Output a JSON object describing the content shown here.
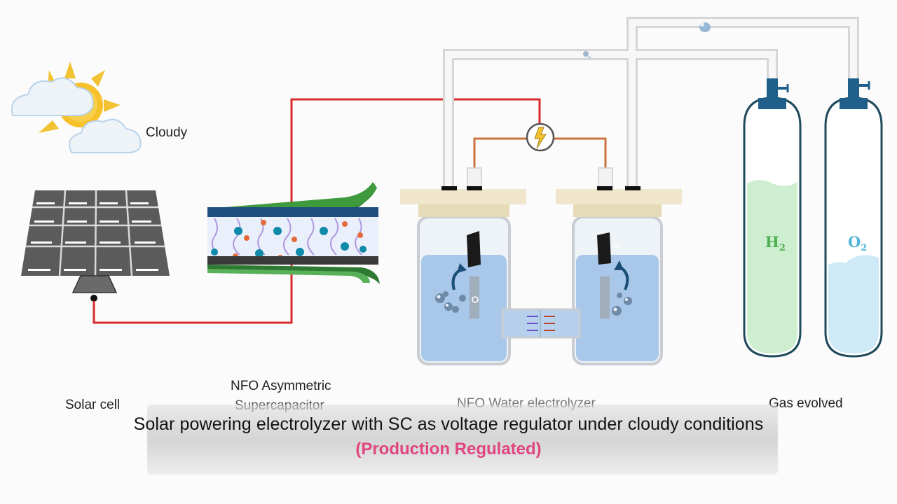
{
  "labels": {
    "weather": "Cloudy",
    "solar_cell": "Solar cell",
    "supercapacitor_line1": "NFO Asymmetric",
    "supercapacitor_line2": "Supercapacitor",
    "electrolyzer": "NFO Water electrolyzer",
    "gas_evolved": "Gas evolved"
  },
  "gases": {
    "h2": {
      "symbol": "H",
      "subscript": "2"
    },
    "o2": {
      "symbol": "O",
      "subscript": "2"
    }
  },
  "caption": {
    "main": "Solar powering electrolyzer with SC as voltage regulator under cloudy conditions",
    "sub": "(Production Regulated)"
  },
  "colors": {
    "wire": "#d92b2b",
    "inner_wire": "#c9733f",
    "electrolyte": "#a9c7e8",
    "h2_fill": "#cdeecf",
    "o2_fill": "#cfeaf7",
    "cylinder_valve": "#1f5f8a",
    "caption_highlight": "#e0457f"
  }
}
